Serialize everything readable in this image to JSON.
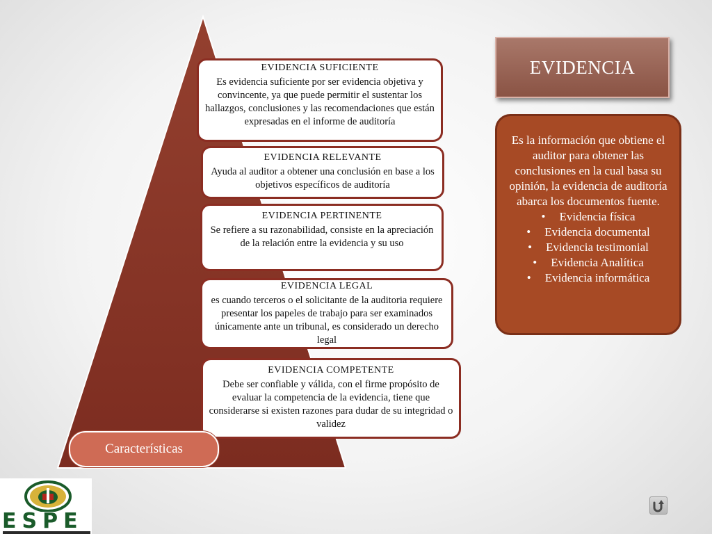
{
  "colors": {
    "pyramid": "#8b3426",
    "pyramid_edge": "#ffffff",
    "box_border": "#8b2d22",
    "definition_bg": "#a74a25",
    "title_bg": "#9a6253",
    "pill_bg": "#cf6b55",
    "logo_green": "#1a5b2a",
    "logo_yellow": "#d7b23a",
    "logo_red": "#b3261e"
  },
  "title": "EVIDENCIA",
  "pyramid": {
    "base_label": "Características",
    "cards": [
      {
        "title": "EVIDENCIA SUFICIENTE",
        "body": "Es evidencia suficiente por ser evidencia objetiva y convincente, ya que puede  permitir el sustentar los hallazgos, conclusiones y las recomendaciones que están expresadas en el informe de auditoría"
      },
      {
        "title": "EVIDENCIA RELEVANTE",
        "body": "Ayuda al auditor a obtener una conclusión en base a los objetivos específicos de auditoría"
      },
      {
        "title": "EVIDENCIA PERTINENTE",
        "body": "Se refiere a su razonabilidad, consiste en la apreciación de la relación entre la evidencia y su uso"
      },
      {
        "title": "EVIDENCIA LEGAL",
        "body": "es cuando terceros o el solicitante de la auditoria requiere presentar los papeles de trabajo para ser examinados únicamente ante un tribunal, es considerado un derecho legal"
      },
      {
        "title": "EVIDENCIA COMPETENTE",
        "body": "Debe ser confiable y válida, con el firme propósito de evaluar la competencia de la evidencia, tiene que considerarse si existen razones para dudar de su integridad o validez"
      }
    ]
  },
  "definition": {
    "text": "Es la información que obtiene el auditor para obtener las conclusiones en la cual basa su opinión, la evidencia de auditoría abarca los documentos fuente.",
    "bullet_char": "•",
    "items": [
      "Evidencia física",
      "Evidencia documental",
      "Evidencia testimonial",
      "Evidencia Analítica",
      "Evidencia informática"
    ]
  },
  "logo": {
    "letters": "ESPE"
  },
  "nav": {
    "back_icon": "return-arrow-icon"
  }
}
